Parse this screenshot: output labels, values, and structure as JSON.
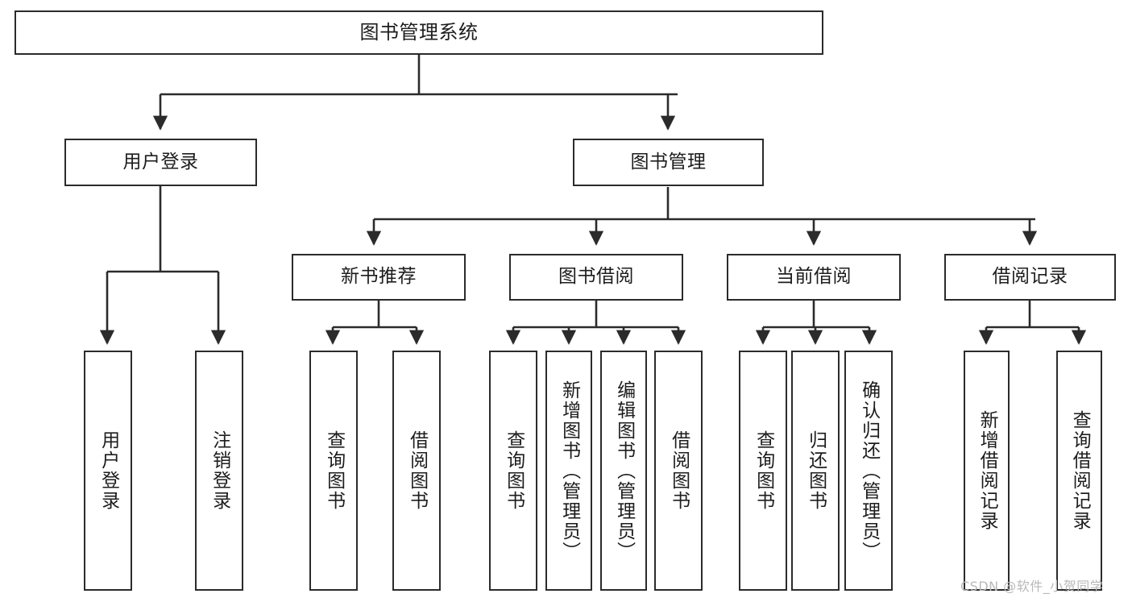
{
  "diagram": {
    "type": "tree",
    "title": "图书管理系统",
    "orientation": "top-down",
    "line_color": "#2b2b2b",
    "box_fill": "#ffffff",
    "text_color": "#1d1d1d"
  },
  "nodes": {
    "root": {
      "label": "图书管理系统"
    },
    "level1": [
      {
        "label": "用户登录"
      },
      {
        "label": "图书管理"
      }
    ],
    "level2": [
      {
        "label": "新书推荐"
      },
      {
        "label": "图书借阅"
      },
      {
        "label": "当前借阅"
      },
      {
        "label": "借阅记录"
      }
    ],
    "leaves": {
      "user_login": [
        {
          "label": "用户登录"
        },
        {
          "label": "注销登录"
        }
      ],
      "new_book_recommend": [
        {
          "label": "查询图书"
        },
        {
          "label": "借阅图书"
        }
      ],
      "book_borrow": [
        {
          "label": "查询图书"
        },
        {
          "label": "新增图书（管理员）"
        },
        {
          "label": "编辑图书（管理员）"
        },
        {
          "label": "借阅图书"
        }
      ],
      "current_borrow": [
        {
          "label": "查询图书"
        },
        {
          "label": "归还图书"
        },
        {
          "label": "确认归还（管理员）"
        }
      ],
      "borrow_record": [
        {
          "label": "新增借阅记录"
        },
        {
          "label": "查询借阅记录"
        }
      ]
    }
  },
  "watermark": {
    "text": "CSDN @软件_小贺同学",
    "color": "#b9b9b9"
  }
}
